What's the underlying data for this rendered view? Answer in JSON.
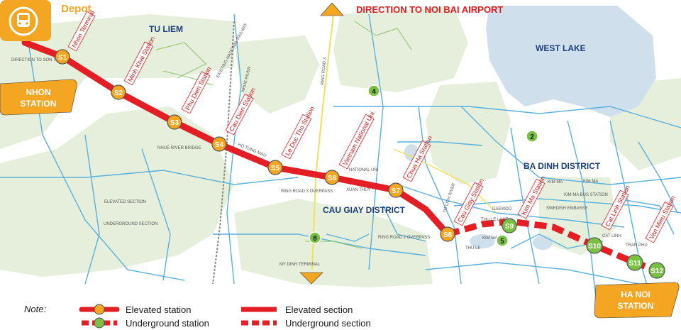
{
  "colors": {
    "line": "#e31e24",
    "elevated_station": "#f4a522",
    "underground_station": "#7ac143",
    "road": "#5ab0dd",
    "ring3": "#f0e060",
    "greenery": "#e6efdb",
    "lake": "#cfe0ec",
    "district_text": "#1b3f7a"
  },
  "header": {
    "depot_label": "Depot",
    "depot_icon": "train-front-icon",
    "airport_label": "DIRECTION TO NOI BAI AIRPORT"
  },
  "terminals": {
    "nhon": "NHON\nSTATION",
    "hanoi": "HA NOI\nSTATION"
  },
  "districts": {
    "tu_liem": "TU LIEM",
    "west_lake": "WEST LAKE",
    "ba_dinh": "BA DINH DISTRICT",
    "cau_giay": "CAU GIAY DISTRICT"
  },
  "small_labels": {
    "son_tay": "DIRECTION TO SON TAY",
    "railway": "EXISTING NATIONAL RAILWAY",
    "nhue_river": "NHUE RIVER",
    "ring_road_3": "RING ROAD 3",
    "nhue_bridge": "NHUE RIVER BRIDGE",
    "ho_tung_mau": "HO TUNG MAU",
    "national_uni": "NATIONAL UNI",
    "ring3_overpass": "RING ROAD 3 OVERPASS",
    "xuan_thuy": "XUAN THUY",
    "elevated_section": "ELEVATED SECTION",
    "underground_section": "UNDERGROUND SECTION",
    "ring2_overpass": "RING ROAD 2 OVERPASS",
    "to_lich": "TO LICH RIVER",
    "daewoo": "DAEWOO",
    "thu_le_lake": "THU LE LAKE",
    "kim_ma_small": "KIM MA",
    "thu_le": "THU LE",
    "kim_ma_1": "KIM MA",
    "kim_ma_2": "KIM MA",
    "kim_ma_bus": "KIM MA BUS STATION",
    "swedish": "SWEDISH EMBASSY",
    "cat_linh": "CAT LINH",
    "tran_phu": "TRAN PHU",
    "my_dinh": "MY DINH TERMINAL"
  },
  "stations": [
    {
      "code": "S1",
      "name": "Nhon Terminal",
      "type": "elevated"
    },
    {
      "code": "S2",
      "name": "Minh Khai Station",
      "type": "elevated"
    },
    {
      "code": "S3",
      "name": "Phu Dien Station",
      "type": "elevated"
    },
    {
      "code": "S4",
      "name": "Cau Dien Station",
      "type": "elevated"
    },
    {
      "code": "S5",
      "name": "Le Duc Tho Station",
      "type": "elevated"
    },
    {
      "code": "S6",
      "name": "Vietnam National Uni.",
      "type": "elevated"
    },
    {
      "code": "S7",
      "name": "Chua Ha Station",
      "type": "elevated"
    },
    {
      "code": "S8",
      "name": "Cau Giay Station",
      "type": "elevated"
    },
    {
      "code": "S9",
      "name": "Kim Ma Station",
      "type": "underground"
    },
    {
      "code": "S10",
      "name": "Cat Linh Station",
      "type": "underground"
    },
    {
      "code": "S11",
      "name": "Van Mieu Station",
      "type": "underground"
    },
    {
      "code": "S12",
      "name": "",
      "type": "underground"
    }
  ],
  "other_lines": [
    "4",
    "2",
    "8",
    "5"
  ],
  "legend": {
    "note": "Note:",
    "elevated_station": "Elevated station",
    "underground_station": "Underground station",
    "elevated_section": "Elevated section",
    "underground_section": "Underground section"
  }
}
